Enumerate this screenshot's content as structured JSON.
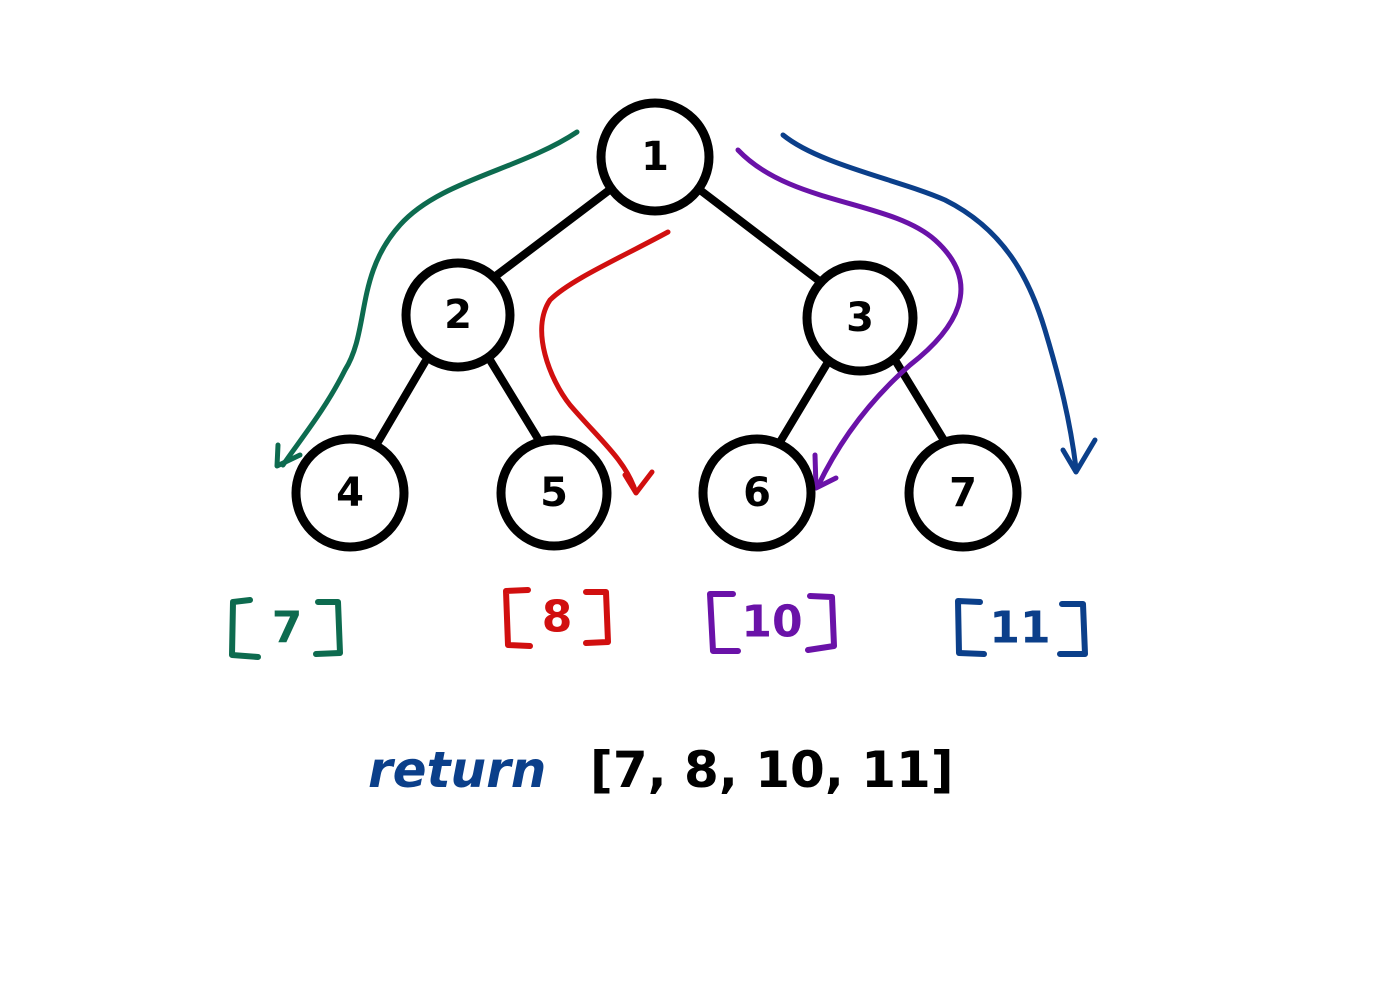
{
  "tree": {
    "nodes": [
      {
        "id": "n1",
        "label": "1"
      },
      {
        "id": "n2",
        "label": "2"
      },
      {
        "id": "n3",
        "label": "3"
      },
      {
        "id": "n4",
        "label": "4"
      },
      {
        "id": "n5",
        "label": "5"
      },
      {
        "id": "n6",
        "label": "6"
      },
      {
        "id": "n7",
        "label": "7"
      }
    ]
  },
  "paths": [
    {
      "leaf": "4",
      "sum": "7",
      "color": "#0d6b4f"
    },
    {
      "leaf": "5",
      "sum": "8",
      "color": "#d10f0f"
    },
    {
      "leaf": "6",
      "sum": "10",
      "color": "#6a12a8"
    },
    {
      "leaf": "7",
      "sum": "11",
      "color": "#0b3f8a"
    }
  ],
  "result": {
    "keyword": "return",
    "keyword_color": "#0b3f8a",
    "list": "[7, 8, 10, 11]"
  }
}
